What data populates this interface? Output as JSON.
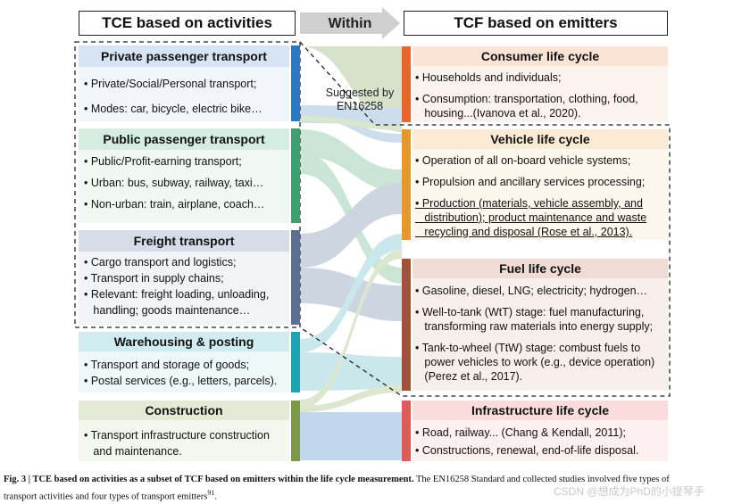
{
  "header": {
    "left": "TCE based on activities",
    "middle": "Within",
    "right": "TCF based on emitters"
  },
  "suggested": {
    "line1": "Suggested by",
    "line2": "EN16258"
  },
  "activities": [
    {
      "title": "Private passenger transport",
      "color": "#2e78c2",
      "bg": "#d7e4f3",
      "bullets": [
        "• Private/Social/Personal transport;",
        "• Modes: car, bicycle, electric bike…"
      ]
    },
    {
      "title": "Public passenger transport",
      "color": "#3ea06c",
      "bg": "#d5ece0",
      "bullets": [
        "• Public/Profit-earning transport;",
        "• Urban: bus, subway, railway, taxi…",
        "• Non-urban: train, airplane, coach…"
      ]
    },
    {
      "title": "Freight transport",
      "color": "#5a6f92",
      "bg": "#d5dce8",
      "bullets": [
        "• Cargo transport and logistics;",
        "• Transport in supply chains;",
        "• Relevant: freight loading, unloading,",
        "   handling; goods maintenance…"
      ]
    },
    {
      "title": "Warehousing & posting",
      "color": "#1fa3b3",
      "bg": "#d1ecef",
      "bullets": [
        "• Transport and storage of goods;",
        "• Postal services (e.g., letters, parcels)."
      ]
    },
    {
      "title": "Construction",
      "color": "#7a9a4a",
      "bg": "#e3ebd6",
      "bullets": [
        "• Transport infrastructure construction",
        "   and maintenance."
      ]
    }
  ],
  "emitters": [
    {
      "title": "Consumer life cycle",
      "color": "#e8652d",
      "bg": "#fbe3d6",
      "bullets": [
        "• Households and individuals;",
        "• Consumption: transportation, clothing, food,",
        "   housing...(Ivanova et al., 2020)."
      ]
    },
    {
      "title": "Vehicle life cycle",
      "color": "#e49a2a",
      "bg": "#fbebd4",
      "bullets": [
        "• Operation of all on-board vehicle systems;",
        "• Propulsion and ancillary services processing;",
        "• Production (materials, vehicle assembly, and",
        "   distribution); product maintenance and waste",
        "   recycling and disposal (Rose et al., 2013)."
      ]
    },
    {
      "title": "Fuel life cycle",
      "color": "#a0523a",
      "bg": "#f0dcd5",
      "bullets": [
        "• Gasoline, diesel, LNG; electricity; hydrogen…",
        "• Well-to-tank (WtT) stage: fuel manufacturing,",
        "   transforming raw materials into energy supply;",
        "• Tank-to-wheel (TtW) stage: combust fuels to",
        "   power vehicles to work (e.g., device operation)",
        "   (Perez et al., 2017)."
      ]
    },
    {
      "title": "Infrastructure life cycle",
      "color": "#e15a5a",
      "bg": "#fadcdc",
      "bullets": [
        "• Road, railway... (Chang & Kendall, 2011);",
        "• Constructions, renewal, end-of-life disposal."
      ]
    }
  ],
  "caption": {
    "bold": "Fig. 3 | TCE based on activities as a subset of TCF based on emitters within the life cycle measurement.",
    "text1": " The EN16258 Standard and collected studies involved five types of",
    "text2": "transport activities and four types of transport emitters",
    "ref": "91",
    "end": "."
  },
  "watermark": "CSDN @想成为PhD的小提琴手"
}
